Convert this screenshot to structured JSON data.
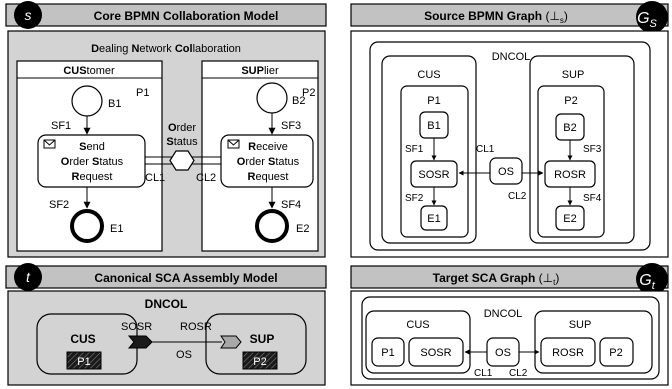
{
  "q1": {
    "badge": "s",
    "title": "Core BPMN Collaboration Model",
    "collab_title_parts": [
      "D",
      "ealing ",
      "N",
      "etwork ",
      "Col",
      "laboration"
    ],
    "pool_left": [
      "CUS",
      "tomer"
    ],
    "pool_right": [
      "SUP",
      "lier"
    ],
    "p1": "P1",
    "p2": "P2",
    "b1": "B1",
    "b2": "B2",
    "sf1": "SF1",
    "sf2": "SF2",
    "sf3": "SF3",
    "sf4": "SF4",
    "send_task": [
      [
        "S",
        "end"
      ],
      [
        "O",
        "rder ",
        "S",
        "tatus"
      ],
      [
        "R",
        "equest"
      ]
    ],
    "recv_task": [
      [
        "R",
        "eceive"
      ],
      [
        "O",
        "rder ",
        "S",
        "tatus"
      ],
      [
        "R",
        "equest"
      ]
    ],
    "msg_label": [
      [
        "O",
        "rder"
      ],
      [
        "S",
        "tatus"
      ]
    ],
    "cl1": "CL1",
    "cl2": "CL2",
    "e1": "E1",
    "e2": "E2"
  },
  "q2": {
    "title": "Source BPMN Graph",
    "title_sym": "(⊥",
    "title_sub": "s",
    "title_end": ")",
    "badge": "G",
    "badge_sub": "S",
    "dncol": "DNCOL",
    "cus": "CUS",
    "sup": "SUP",
    "p1": "P1",
    "p2": "P2",
    "b1": "B1",
    "b2": "B2",
    "sosr": "SOSR",
    "rosr": "ROSR",
    "e1": "E1",
    "e2": "E2",
    "os": "OS",
    "sf1": "SF1",
    "sf2": "SF2",
    "sf3": "SF3",
    "sf4": "SF4",
    "cl1": "CL1",
    "cl2": "CL2"
  },
  "q3": {
    "badge": "t",
    "title": "Canonical SCA Assembly Model",
    "dncol": "DNCOL",
    "cus": "CUS",
    "sup": "SUP",
    "sosr": "SOSR",
    "rosr": "ROSR",
    "os": "OS",
    "p1": "P1",
    "p2": "P2"
  },
  "q4": {
    "title": "Target SCA Graph",
    "title_sym": "(⊥",
    "title_sub": "t",
    "title_end": ")",
    "badge": "G",
    "badge_sub": "t",
    "dncol": "DNCOL",
    "cus": "CUS",
    "sup": "SUP",
    "p1": "P1",
    "p2": "P2",
    "sosr": "SOSR",
    "rosr": "ROSR",
    "os": "OS",
    "cl1": "CL1",
    "cl2": "CL2"
  },
  "colors": {
    "panel_gray": "#d3d3d3",
    "title_gray": "#c2c2c2",
    "badge_black": "#000000",
    "component_black": "#1a1a1a",
    "reference_gray": "#a8a8a8"
  }
}
